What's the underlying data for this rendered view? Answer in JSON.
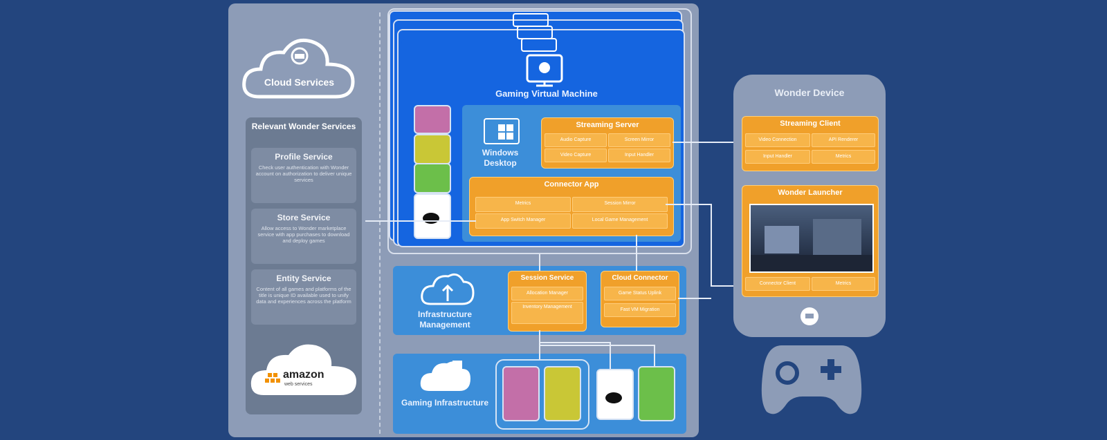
{
  "cloud_services": {
    "label": "Cloud Services"
  },
  "relevant_services": {
    "title": "Relevant Wonder Services",
    "profile": {
      "title": "Profile Service",
      "desc": "Check user authentication with Wonder account on authorization to deliver unique services"
    },
    "store": {
      "title": "Store Service",
      "desc": "Allow access to Wonder marketplace service with app purchases to download and deploy games"
    },
    "entity": {
      "title": "Entity Service",
      "desc": "Content of all games and platforms of the title is unique ID available used to unify data and experiences across the platform"
    }
  },
  "amazon": {
    "label": "amazon",
    "sub": "web services"
  },
  "vm": {
    "label": "Gaming Virtual Machine"
  },
  "windows": {
    "label": "Windows Desktop"
  },
  "streaming_server": {
    "title": "Streaming Server",
    "cells": [
      "Audio Capture",
      "Screen Mirror",
      "Video Capture",
      "Input Handler"
    ]
  },
  "connector_app": {
    "title": "Connector App",
    "cells": [
      "Metrics",
      "Session Mirror",
      "App Switch Manager",
      "Local Game Management"
    ]
  },
  "infra_mgmt": {
    "label": "Infrastructure Management"
  },
  "session_service": {
    "title": "Session Service",
    "cells": [
      "Allocation Manager",
      "Inventory Management"
    ]
  },
  "cloud_connector": {
    "title": "Cloud Connector",
    "cells": [
      "Game Status Uplink",
      "Fast VM Migration"
    ]
  },
  "gaming_infra": {
    "label": "Gaming Infrastructure"
  },
  "device": {
    "title": "Wonder Device",
    "streaming_client": {
      "title": "Streaming Client",
      "cells": [
        "Video Connection",
        "API Renderer",
        "Input Handler",
        "Metrics"
      ]
    },
    "launcher": {
      "title": "Wonder Launcher",
      "cells": [
        "Connector Client",
        "Metrics"
      ]
    }
  },
  "colors": {
    "background": "#23457e",
    "panel": "#8d9cb7",
    "orange": "#f0a02a",
    "vm_blue": "#1565e0",
    "light_blue": "#3c8ed9"
  }
}
